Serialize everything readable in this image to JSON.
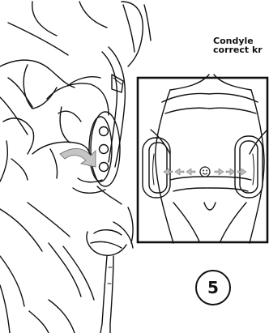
{
  "caption": {
    "line1": "Condyle",
    "line2": "correct kr"
  },
  "step": {
    "number": "5"
  },
  "arrows": {
    "direction": "both-sides-outward",
    "center_icon": "smiley-face-icon"
  },
  "colors": {
    "line": "#111111",
    "arrow_fill": "#bdbdbd",
    "background": "#ffffff"
  }
}
